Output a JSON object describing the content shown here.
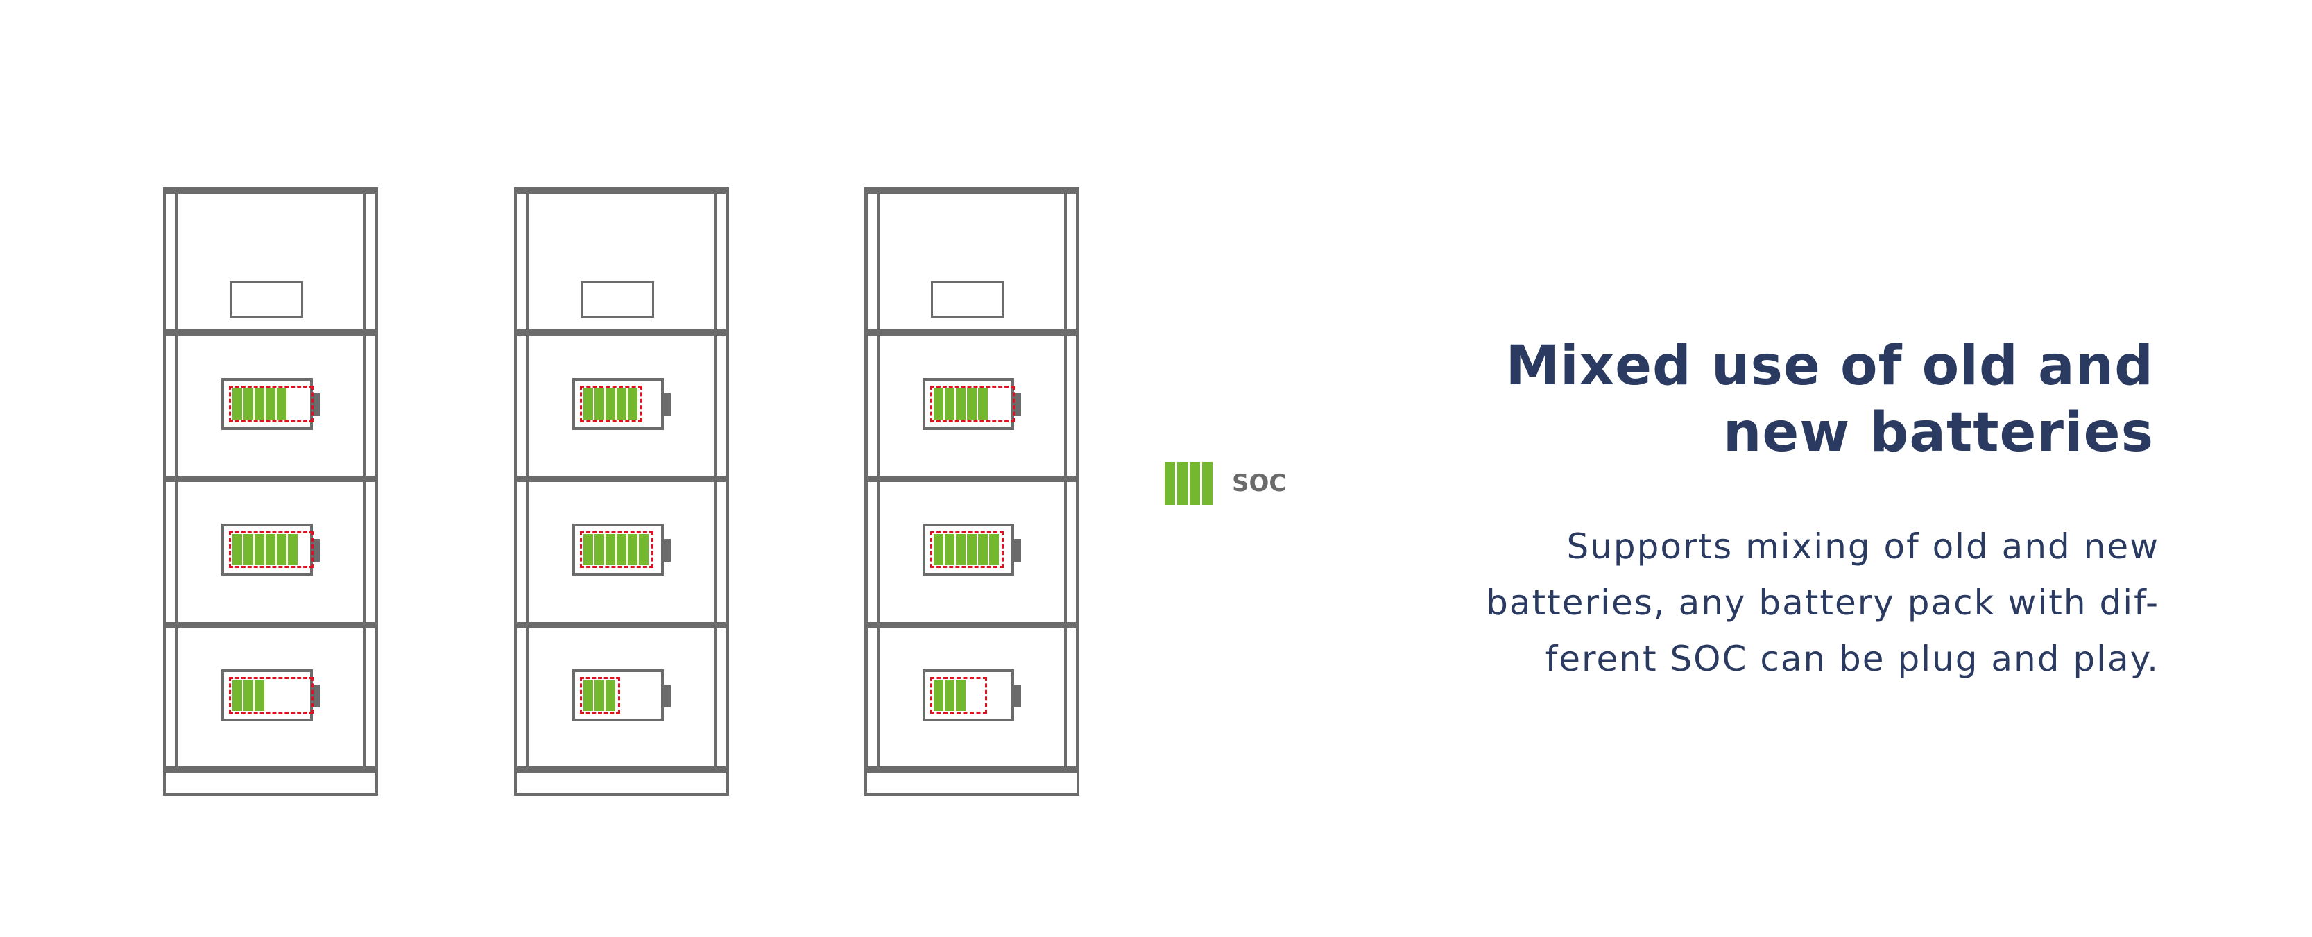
{
  "heading": {
    "lines": [
      "Mixed use of old and",
      "new batteries"
    ]
  },
  "description": {
    "lines": [
      "Supports mixing of old and new",
      "batteries, any battery pack with dif-",
      "ferent SOC can be plug and play."
    ]
  },
  "legend": {
    "icon": "soc-bars-icon",
    "label": "SOC",
    "bars": 4
  },
  "colors": {
    "cell_fill": "#73b82f",
    "outline_dashed": "#e0101f",
    "frame": "#6b6b6b",
    "text": "#2a3a60"
  },
  "cabinets": [
    {
      "name": "cabinet-1",
      "modules": [
        {
          "bars": 5,
          "capacity_slots": 7
        },
        {
          "bars": 6,
          "capacity_slots": 7
        },
        {
          "bars": 3,
          "capacity_slots": 7
        }
      ]
    },
    {
      "name": "cabinet-2",
      "modules": [
        {
          "bars": 5,
          "capacity_slots": 5
        },
        {
          "bars": 6,
          "capacity_slots": 6
        },
        {
          "bars": 3,
          "capacity_slots": 3
        }
      ]
    },
    {
      "name": "cabinet-3",
      "modules": [
        {
          "bars": 5,
          "capacity_slots": 7
        },
        {
          "bars": 6,
          "capacity_slots": 6
        },
        {
          "bars": 3,
          "capacity_slots": 4.5
        }
      ]
    }
  ]
}
